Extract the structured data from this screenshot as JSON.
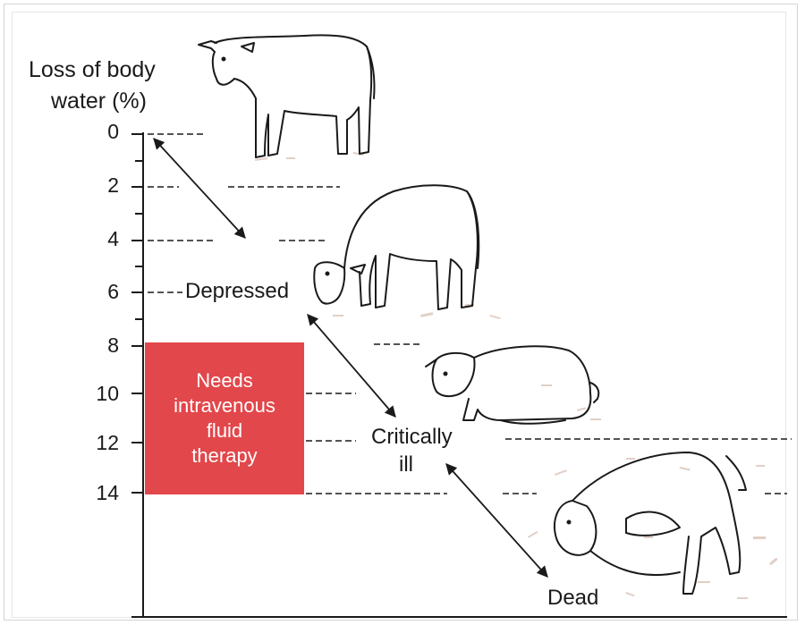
{
  "y_axis_title": [
    "Loss of body",
    "water (%)"
  ],
  "tick_labels": [
    "0",
    "2",
    "4",
    "6",
    "8",
    "10",
    "12",
    "14"
  ],
  "box_lines": [
    "Needs",
    "intravenous",
    "fluid",
    "therapy"
  ],
  "stage_labels": {
    "depressed": "Depressed",
    "critically_ill_line1": "Critically",
    "critically_ill_line2": "ill",
    "dead": "Dead"
  },
  "colors": {
    "box_fill": "#e2474b",
    "box_text": "#ffffff",
    "line": "#1a1a1a"
  },
  "icons": [
    "standing-calf-icon",
    "depressed-calf-icon",
    "recumbent-calf-icon",
    "dead-calf-icon"
  ]
}
